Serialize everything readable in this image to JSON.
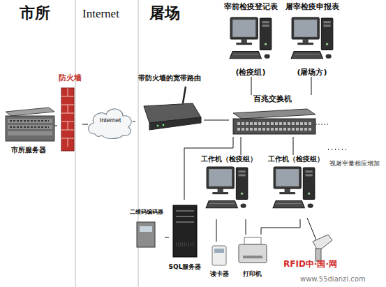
{
  "diagram": {
    "nodes": [
      {
        "text": [
          "市所服务器"
        ]
      },
      {
        "text": [
          "防火墙"
        ]
      },
      {
        "text": [
          "Internet"
        ]
      },
      {
        "text": [
          "带防火墙的宽带路由"
        ]
      },
      {
        "text": [
          "宰前检疫登记表",
          "(检疫组)"
        ]
      },
      {
        "text": [
          "屠宰检疫申报表",
          "(屠场方)"
        ]
      },
      {
        "text": [
          "百兆交换机"
        ]
      },
      {
        "text": [
          "工作机（检疫组）"
        ]
      },
      {
        "text": [
          "工作机（检疫组）"
        ]
      },
      {
        "text": [
          "二维码编码器"
        ]
      },
      {
        "text": [
          "SQL服务器"
        ]
      },
      {
        "text": [
          "读卡器"
        ]
      },
      {
        "text": [
          "打印机"
        ]
      }
    ],
    "edges": [
      {
        "from": 0,
        "to": 1,
        "arrow": "none"
      },
      {
        "from": 1,
        "to": 2,
        "arrow": "none"
      },
      {
        "from": 2,
        "to": 3,
        "arrow": "none"
      },
      {
        "from": 3,
        "to": 6,
        "arrow": "none"
      },
      {
        "from": 6,
        "to": 4,
        "arrow": "none"
      },
      {
        "from": 6,
        "to": 5,
        "arrow": "none"
      },
      {
        "from": 6,
        "to": 7,
        "arrow": "none"
      },
      {
        "from": 6,
        "to": 8,
        "arrow": "none"
      },
      {
        "from": 6,
        "to": 10,
        "arrow": "none"
      },
      {
        "from": 7,
        "to": 11,
        "arrow": "none"
      },
      {
        "from": 7,
        "to": 12,
        "arrow": "none"
      },
      {
        "from": 8,
        "to": 12,
        "arrow": "none"
      },
      {
        "from": 9,
        "to": 10,
        "arrow": "none"
      }
    ],
    "labels": [
      "市所",
      "Internet",
      "屠场",
      "视屠宰量相应增加",
      "RFID中·国·网",
      "www.55dianzi.com"
    ]
  }
}
